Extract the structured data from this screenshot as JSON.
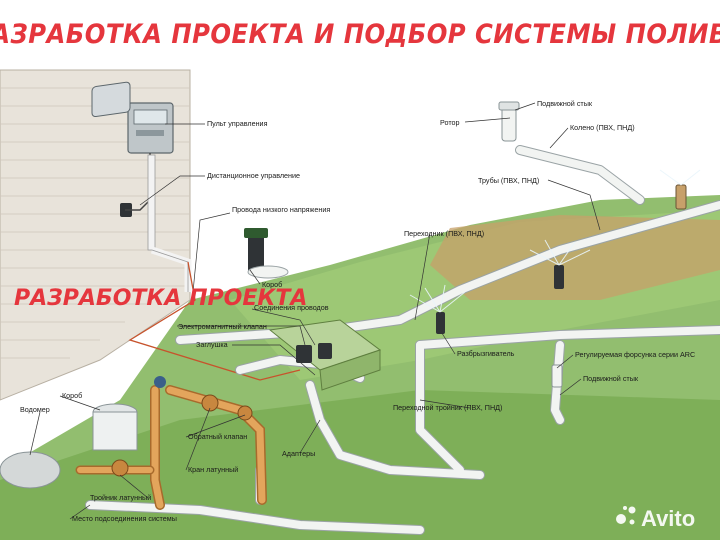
{
  "title": "РАЗРАБОТКА ПРОЕКТА И ПОДБОР СИСТЕМЫ ПОЛИВА",
  "overlay_text": "РАЗРАБОТКА ПРОЕКТА",
  "watermark": "Avito",
  "colors": {
    "title": "#e5363d",
    "grass": "#7fb356",
    "pipe": "#f2f4f2",
    "brass": "#d99a4a",
    "wall": "#e8e3da"
  },
  "labels": {
    "controller": "Пульт управления",
    "remote": "Дистанционное управление",
    "low_voltage": "Провода низкого напряжения",
    "box": "Короб",
    "wire_connection": "Соединения проводов",
    "solenoid": "Электромагнитный клапан",
    "plug": "Заглушка",
    "box2": "Короб",
    "water_meter": "Водомер",
    "check_valve": "Обратный клапан",
    "brass_valve": "Кран латунный",
    "brass_tee": "Тройник латунный",
    "connection_point": "Место подсоединения системы",
    "adapters": "Адаптеры",
    "rotor": "Ротор",
    "swing_joint_top": "Подвижной стык",
    "elbow": "Колено (ПВХ, ПНД)",
    "pipes": "Трубы (ПВХ, ПНД)",
    "adapter_pipe": "Переходник (ПВХ, ПНД)",
    "sprinkler": "Разбрызгиватель",
    "arc_nozzle": "Регулируемая форсунка серии ARC",
    "swing_joint": "Подвижной стык",
    "transition_tee": "Переходной тройник (ПВХ, ПНД)"
  }
}
